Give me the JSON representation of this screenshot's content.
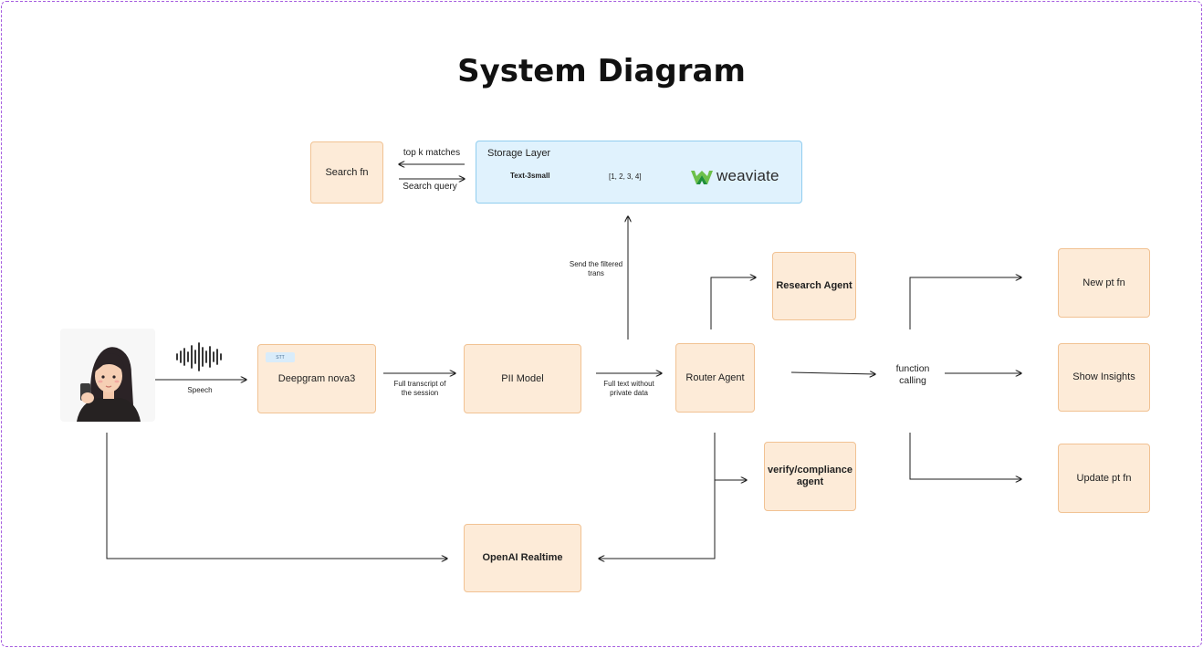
{
  "title": "System Diagram",
  "nodes": {
    "search_fn": "Search fn",
    "deepgram": "Deepgram nova3",
    "pii_model": "PII Model",
    "router_agent": "Router Agent",
    "research_agent": "Research Agent",
    "verify_agent": "verify/compliance agent",
    "openai_realtime": "OpenAI Realtime",
    "new_pt_fn": "New pt fn",
    "show_insights": "Show Insights",
    "update_pt_fn": "Update pt fn",
    "function_calling": "function calling"
  },
  "badges": {
    "stt": "STT"
  },
  "storage": {
    "title": "Storage Layer",
    "embedding_model": "Text-3small",
    "vector_example": "[1, 2, 3, 4]",
    "vector_db": "weaviate"
  },
  "edges": {
    "speech": "Speech",
    "full_transcript": "Full transcript of the session",
    "full_text_without": "Full text without private data",
    "send_filtered": "Send the filtered trans",
    "top_k": "top k matches",
    "search_query": "Search query"
  },
  "colors": {
    "node_fill": "#fdebd8",
    "node_border": "#f1c293",
    "storage_fill": "#e0f2fd",
    "storage_border": "#90cdef",
    "frame_border": "#a65ddf",
    "weaviate_green": "#6cc04a"
  },
  "icons": {
    "user": "user-avatar-icon",
    "audio": "audio-waveform-icon",
    "logo": "weaviate-logo-icon"
  }
}
